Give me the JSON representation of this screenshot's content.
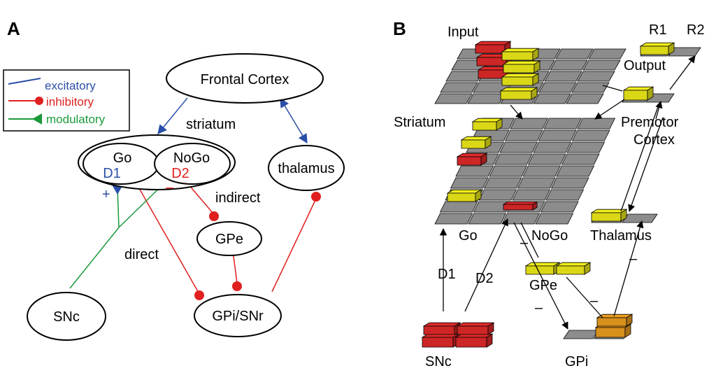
{
  "panel_a": {
    "letter": "A",
    "legend": {
      "excitatory": {
        "label": "excitatory",
        "color": "#2a4fa8"
      },
      "inhibitory": {
        "label": "inhibitory",
        "color": "#e02020"
      },
      "modulatory": {
        "label": "modulatory",
        "color": "#1a9a3a"
      }
    },
    "nodes": {
      "frontal": "Frontal Cortex",
      "go": "Go",
      "nogo": "NoGo",
      "d1": "D1",
      "d2": "D2",
      "thalamus": "thalamus",
      "gpe": "GPe",
      "snc": "SNc",
      "gpi": "GPi/SNr"
    },
    "labels": {
      "striatum": "striatum",
      "indirect": "indirect",
      "direct": "direct",
      "plus": "+",
      "minus": "–"
    }
  },
  "panel_b": {
    "letter": "B",
    "labels": {
      "input": "Input",
      "r1": "R1",
      "r2": "R2",
      "output": "Output",
      "striatum": "Striatum",
      "premotor1": "Premotor",
      "premotor2": "Cortex",
      "go": "Go",
      "nogo": "NoGo",
      "thalamus": "Thalamus",
      "gpe": "GPe",
      "d1": "D1",
      "d2": "D2",
      "snc": "SNc",
      "gpi": "GPi",
      "minus": "–"
    },
    "colors": {
      "gray": "#8c8c8c",
      "yellow": "#f2ef1a",
      "red": "#e42a2a",
      "orange": "#f0a020"
    }
  }
}
